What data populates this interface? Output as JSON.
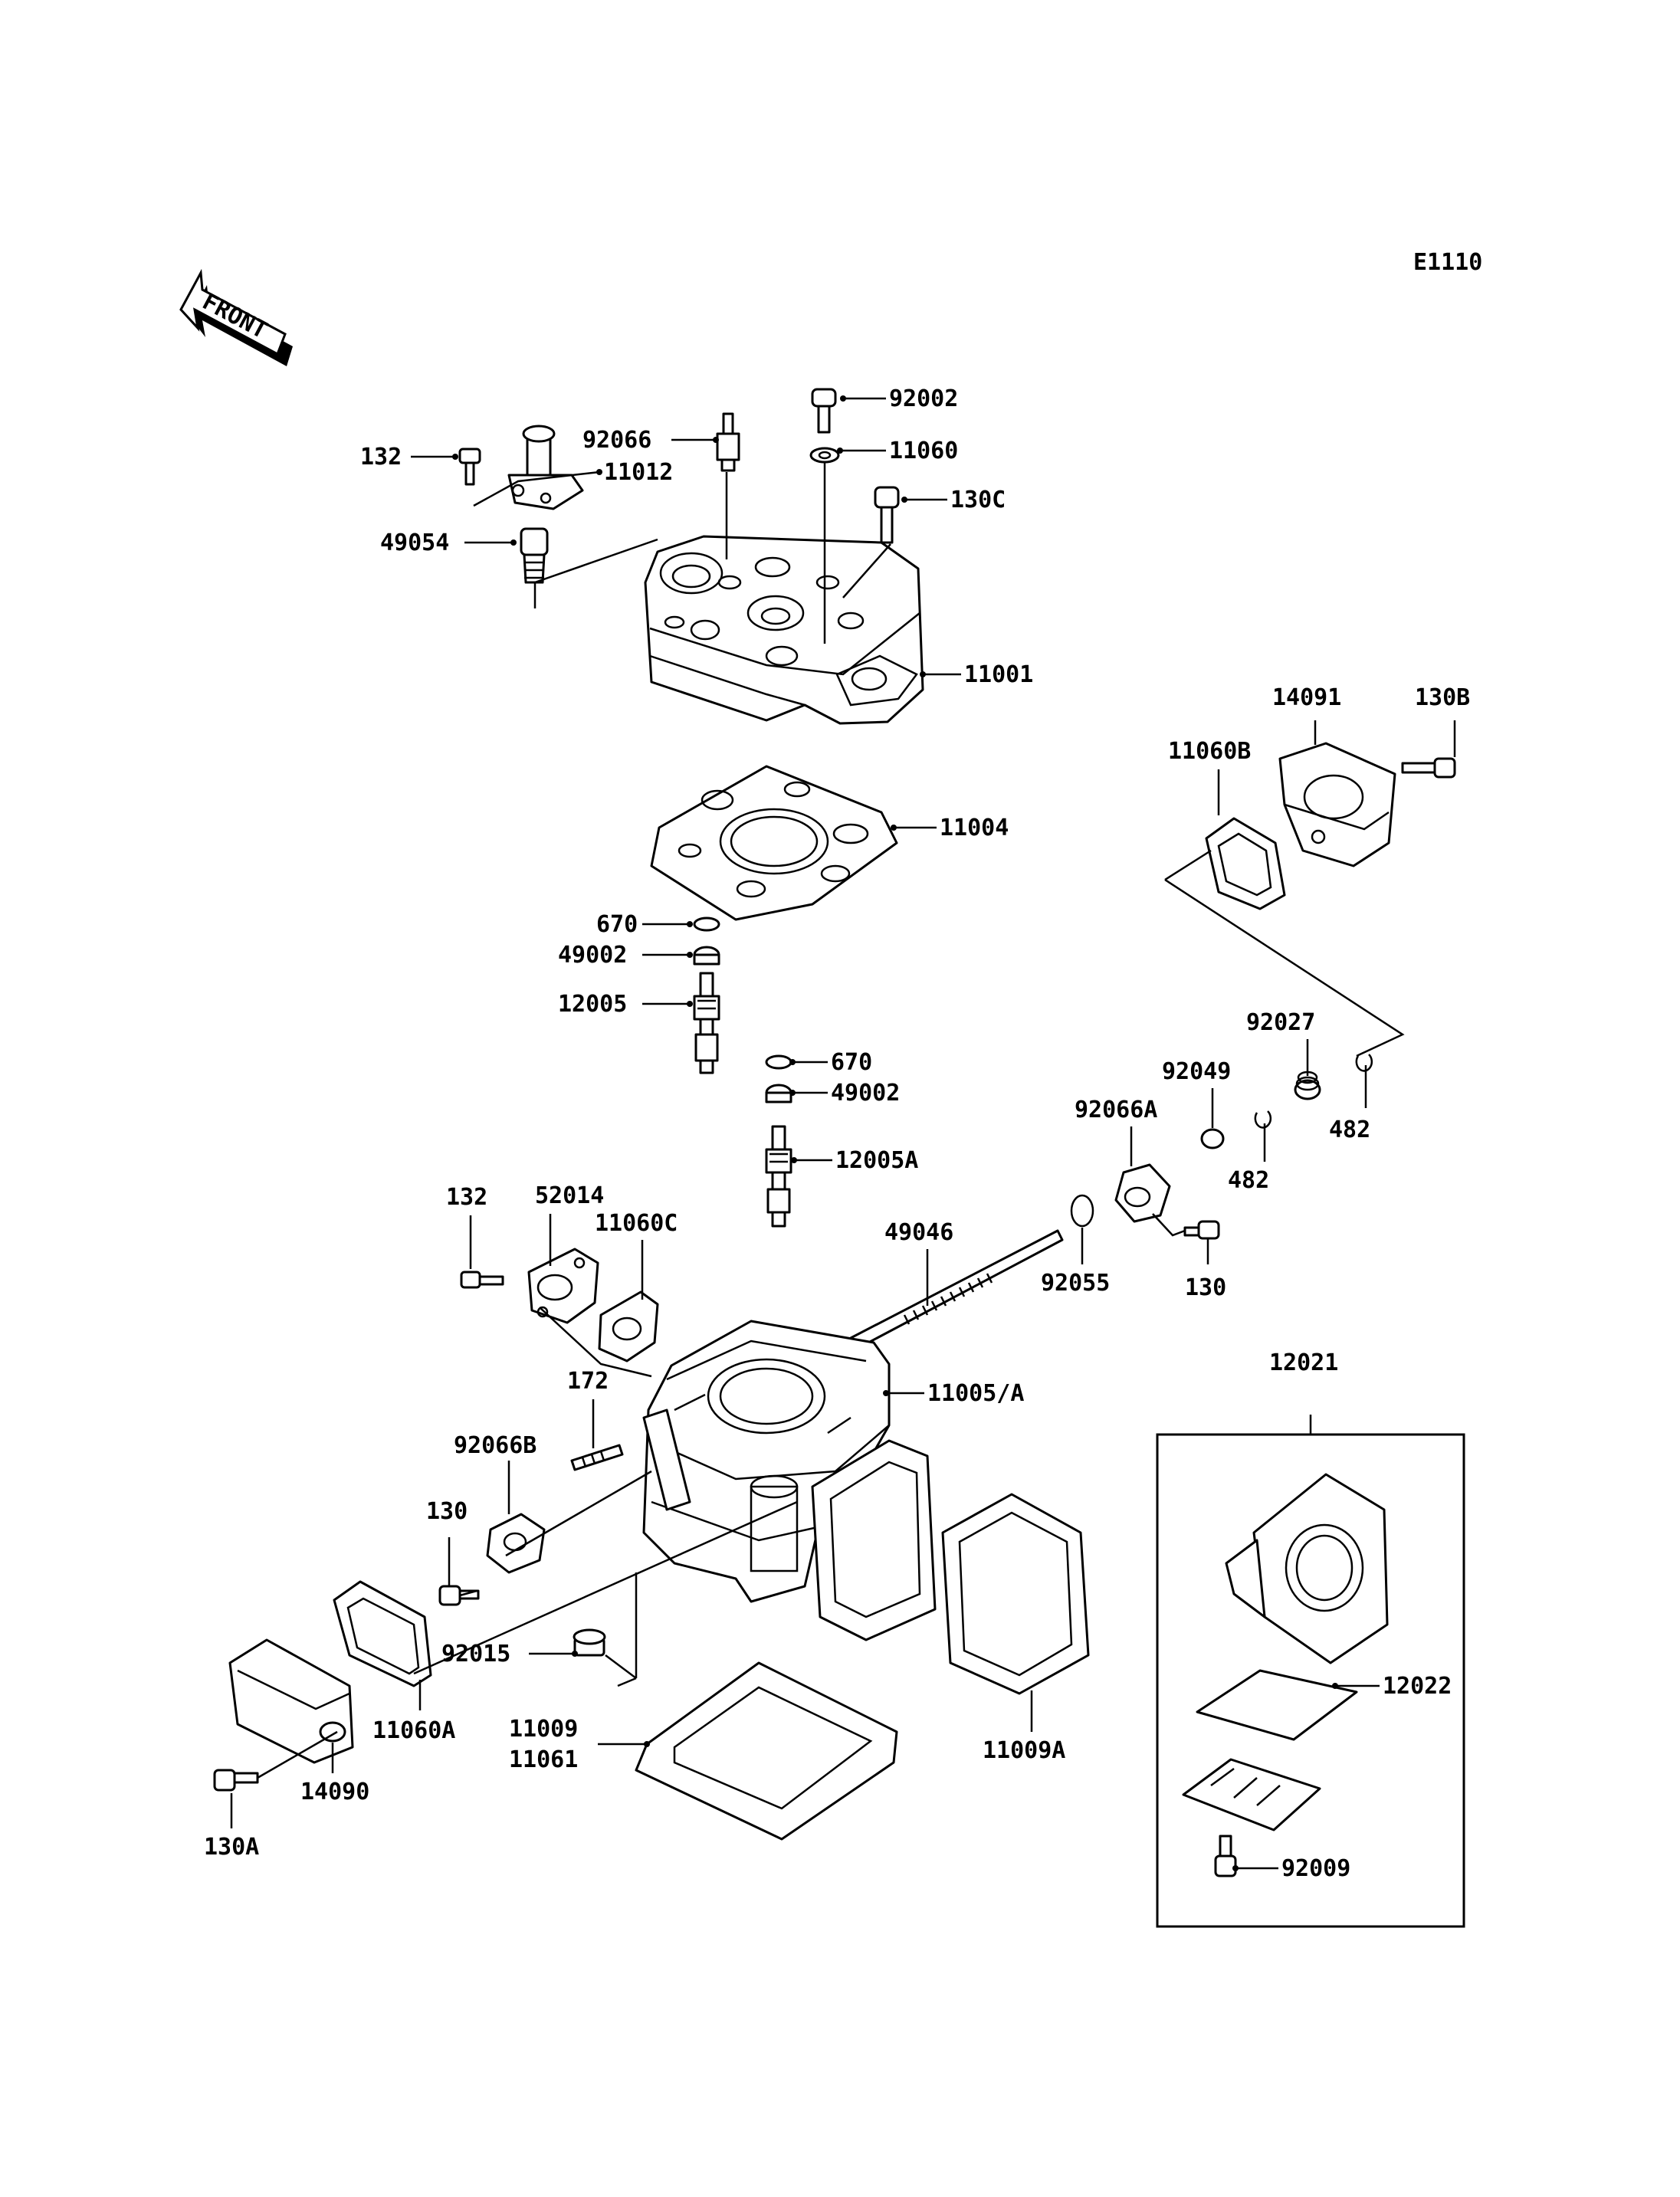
{
  "diagram_code": "E1110",
  "front_arrow": {
    "label": "FRONT",
    "icon": "front-direction-arrow-icon"
  },
  "kit_box": {
    "label": "12021"
  },
  "parts": [
    {
      "id": "92002"
    },
    {
      "id": "11060"
    },
    {
      "id": "92066"
    },
    {
      "id": "132"
    },
    {
      "id": "11012"
    },
    {
      "id": "130C"
    },
    {
      "id": "49054"
    },
    {
      "id": "11001"
    },
    {
      "id": "14091"
    },
    {
      "id": "130B"
    },
    {
      "id": "11060B"
    },
    {
      "id": "11004"
    },
    {
      "id": "670"
    },
    {
      "id": "49002"
    },
    {
      "id": "12005"
    },
    {
      "id": "92027"
    },
    {
      "id": "92049"
    },
    {
      "id": "670"
    },
    {
      "id": "49002"
    },
    {
      "id": "92066A"
    },
    {
      "id": "482"
    },
    {
      "id": "482"
    },
    {
      "id": "12005A"
    },
    {
      "id": "132"
    },
    {
      "id": "52014"
    },
    {
      "id": "11060C"
    },
    {
      "id": "49046"
    },
    {
      "id": "92055"
    },
    {
      "id": "130"
    },
    {
      "id": "11005/A"
    },
    {
      "id": "172"
    },
    {
      "id": "92066B"
    },
    {
      "id": "130"
    },
    {
      "id": "12022"
    },
    {
      "id": "92015"
    },
    {
      "id": "11060A"
    },
    {
      "id": "11009A"
    },
    {
      "id": "11009"
    },
    {
      "id": "11061"
    },
    {
      "id": "14090"
    },
    {
      "id": "92009"
    },
    {
      "id": "130A"
    }
  ]
}
